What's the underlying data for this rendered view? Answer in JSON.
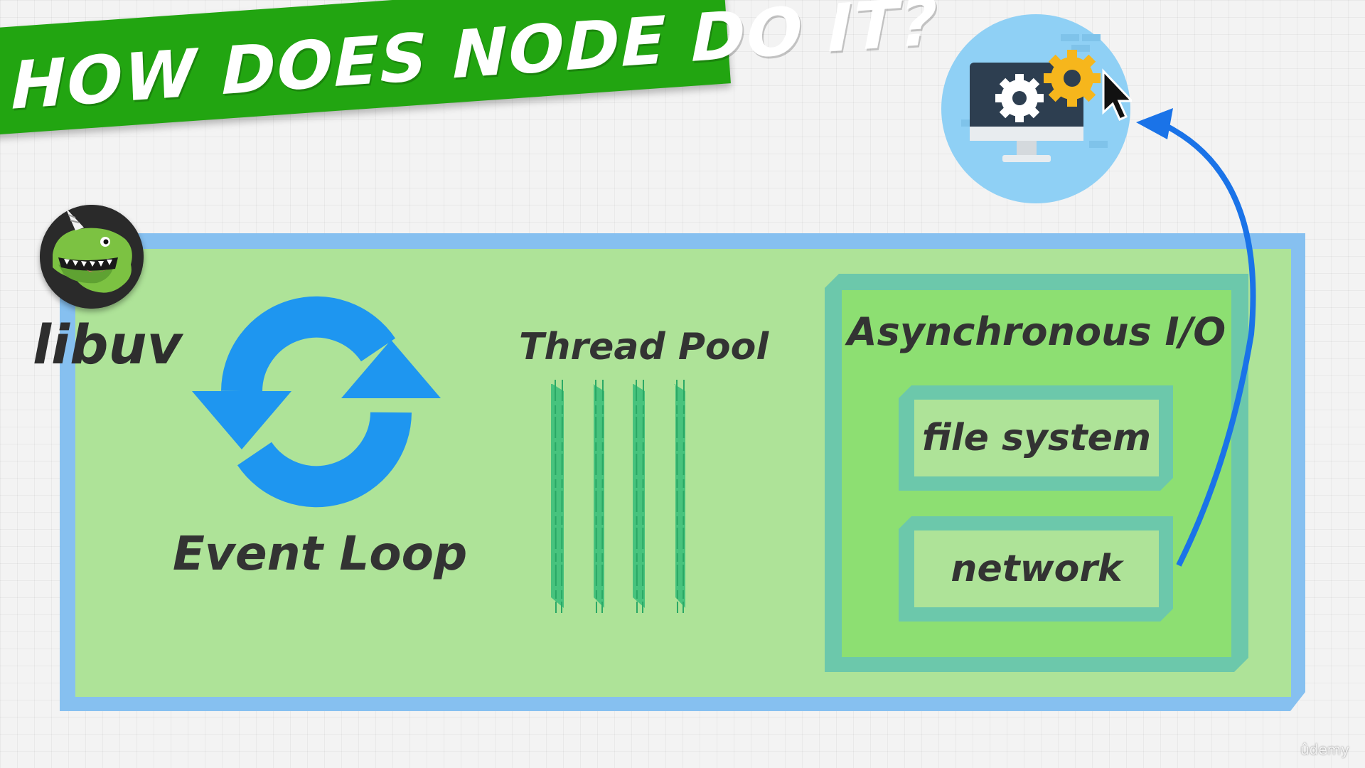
{
  "title": "HOW DOES NODE DO IT?",
  "libuv": {
    "label": "libuv",
    "logo_icon": "trex-unicorn-logo-icon"
  },
  "event_loop": {
    "label": "Event Loop",
    "icon": "refresh-arrows-icon"
  },
  "thread_pool": {
    "label": "Thread Pool",
    "thread_count": 4
  },
  "async_io": {
    "label": "Asynchronous I/O",
    "items": [
      {
        "label": "file system"
      },
      {
        "label": "network"
      }
    ]
  },
  "computer": {
    "icon": "computer-with-gears-icon"
  },
  "watermark": "ûdemy",
  "colors": {
    "title_banner": "#22a511",
    "libuv_border": "#86c0f0",
    "libuv_fill": "#aee398",
    "async_border": "#6cc8ab",
    "async_fill": "#8ddf72",
    "event_loop_blue": "#1e96f0",
    "arrow_blue": "#1a73e8",
    "thread_green": "#3cbf7a",
    "text_dark": "#333333"
  }
}
